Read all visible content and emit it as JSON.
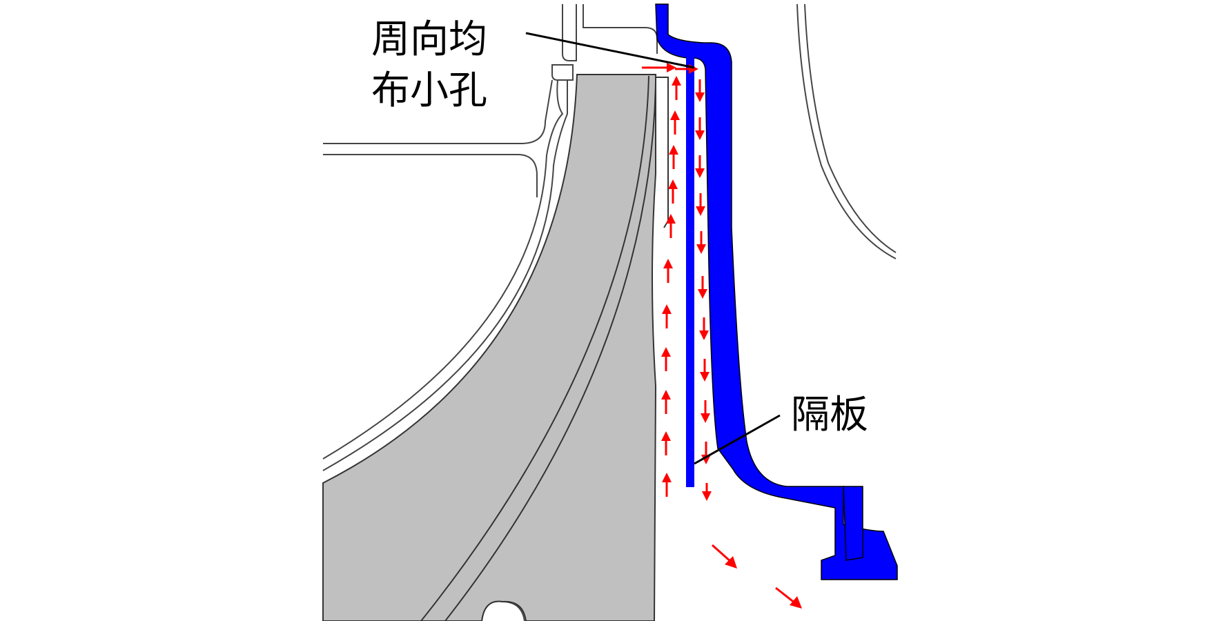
{
  "labels": {
    "holes_line1": "周向均",
    "holes_line2": "布小孔",
    "baffle": "隔板"
  },
  "colors": {
    "casing": "#0000ff",
    "baffle": "#0000ff",
    "impeller": "#c0c0c0",
    "flow_arrows": "#ff0000",
    "outline": "#444444"
  }
}
